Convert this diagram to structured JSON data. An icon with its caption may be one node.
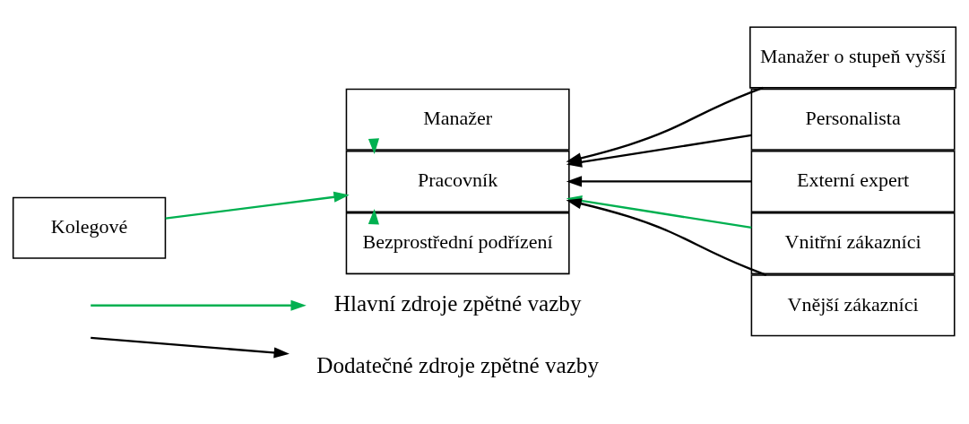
{
  "diagram": {
    "nodes": [
      {
        "text": [
          "Manažer"
        ]
      },
      {
        "text": [
          "Kolegové"
        ]
      },
      {
        "text": [
          "Pracovník"
        ]
      },
      {
        "text": [
          "Bezprostřední podřízení"
        ]
      },
      {
        "text": [
          "Manažer o stupeň vyšší"
        ]
      },
      {
        "text": [
          "Personalista"
        ]
      },
      {
        "text": [
          "Externí expert"
        ]
      },
      {
        "text": [
          "Vnitřní zákazníci"
        ]
      },
      {
        "text": [
          "Vnější zákazníci"
        ]
      }
    ],
    "edges": [
      {
        "from": 0,
        "to": 2,
        "arrow": "to",
        "color": "#00b050"
      },
      {
        "from": 1,
        "to": 2,
        "arrow": "to",
        "color": "#00b050"
      },
      {
        "from": 3,
        "to": 2,
        "arrow": "to",
        "color": "#00b050"
      },
      {
        "from": 4,
        "to": 2,
        "arrow": "to",
        "color": "#000000"
      },
      {
        "from": 5,
        "to": 2,
        "arrow": "to",
        "color": "#000000"
      },
      {
        "from": 6,
        "to": 2,
        "arrow": "to",
        "color": "#000000"
      },
      {
        "from": 7,
        "to": 2,
        "arrow": "to",
        "color": "#00b050"
      },
      {
        "from": 8,
        "to": 2,
        "arrow": "to",
        "color": "#000000"
      }
    ],
    "legend": [
      {
        "text": "Hlavní zdroje zpětné vazby"
      },
      {
        "text": "Dodatečné zdroje zpětné vazby"
      }
    ]
  }
}
